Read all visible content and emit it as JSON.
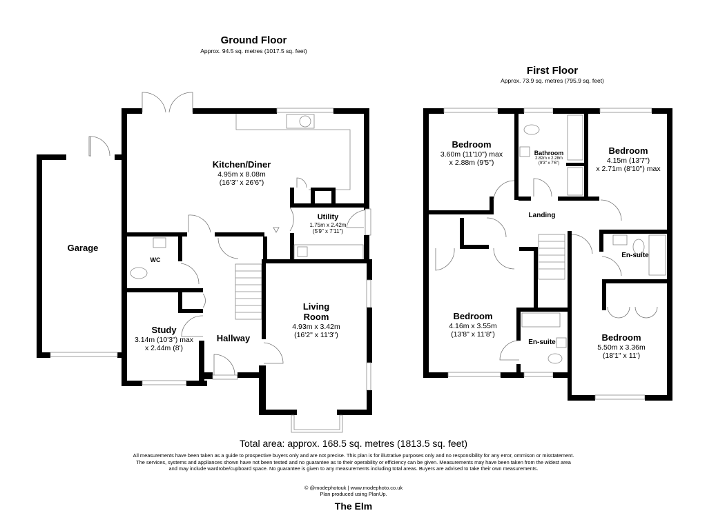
{
  "ground_floor": {
    "title": "Ground Floor",
    "area": "Approx. 94.5 sq. metres (1017.5 sq. feet)",
    "rooms": {
      "kitchen": {
        "name": "Kitchen/Diner",
        "dim1": "4.95m x 8.08m",
        "dim2": "(16'3\" x 26'6\")"
      },
      "utility": {
        "name": "Utility",
        "dim1": "1.75m x 2.42m",
        "dim2": "(5'9\" x 7'11\")"
      },
      "garage": {
        "name": "Garage"
      },
      "wc": {
        "name": "WC"
      },
      "study": {
        "name": "Study",
        "dim1": "3.14m (10'3\") max",
        "dim2": "x 2.44m (8')"
      },
      "hallway": {
        "name": "Hallway"
      },
      "living": {
        "name1": "Living",
        "name2": "Room",
        "dim1": "4.93m x 3.42m",
        "dim2": "(16'2\" x 11'3\")"
      }
    }
  },
  "first_floor": {
    "title": "First Floor",
    "area": "Approx. 73.9 sq. metres (795.9 sq. feet)",
    "rooms": {
      "bedroom1": {
        "name": "Bedroom",
        "dim1": "3.60m (11'10\") max",
        "dim2": "x 2.88m (9'5\")"
      },
      "bathroom": {
        "name": "Bathroom",
        "dim1": "2.82m x 2.28m",
        "dim2": "(9'3\" x 7'6\")"
      },
      "bedroom2": {
        "name": "Bedroom",
        "dim1": "4.15m (13'7\")",
        "dim2": "x 2.71m (8'10\") max"
      },
      "landing": {
        "name": "Landing"
      },
      "ensuite1": {
        "name": "En-suite"
      },
      "bedroom3": {
        "name": "Bedroom",
        "dim1": "4.16m x 3.55m",
        "dim2": "(13'8\" x 11'8\")"
      },
      "ensuite2": {
        "name": "En-suite"
      },
      "bedroom4": {
        "name": "Bedroom",
        "dim1": "5.50m x 3.36m",
        "dim2": "(18'1\" x 11')"
      }
    }
  },
  "footer": {
    "total": "Total area: approx. 168.5 sq. metres (1813.5 sq. feet)",
    "disclaimer": "All measurements have been taken as a guide to prospective buyers only and are not precise. This plan is for illutrative purposes only and no responsibility for any error, ommison or misstatement. The services, systems and appliances shown have not been tested and no guarantee as to their operability or efficiency can be given. Measurements may have been taken from the widest area and may include wardrobe/cupboard space. No guarantee is given to any measurements including total areas. Buyers are advised to take their own measurements.",
    "credit1": "© @modephotouk | www.modephoto.co.uk",
    "credit2": "Plan produced using PlanUp.",
    "plan_name": "The Elm"
  }
}
